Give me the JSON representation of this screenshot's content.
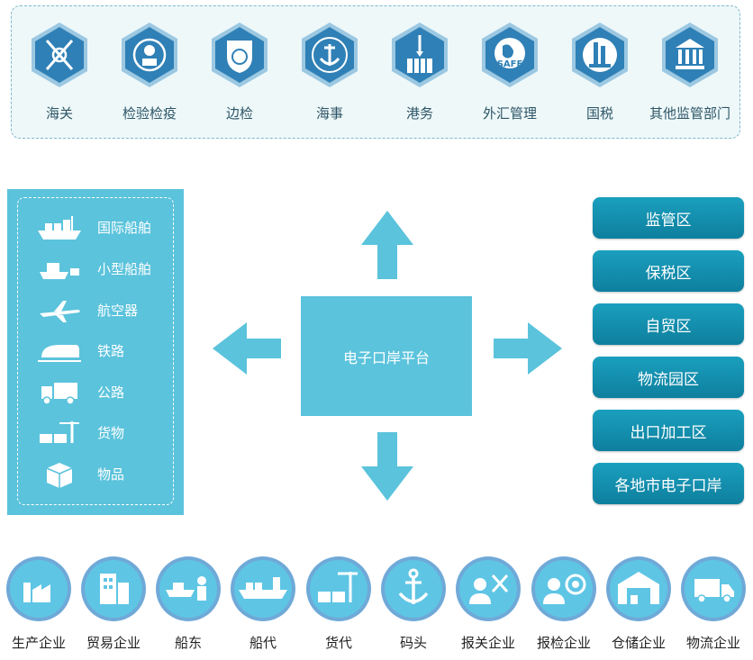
{
  "agencies": [
    {
      "label": "海关",
      "icon": "caduceus-key-icon"
    },
    {
      "label": "检验检疫",
      "icon": "inspection-emblem-icon"
    },
    {
      "label": "边检",
      "icon": "border-inspection-badge-icon"
    },
    {
      "label": "海事",
      "icon": "china-msa-anchor-icon"
    },
    {
      "label": "港务",
      "icon": "container-crane-icon"
    },
    {
      "label": "外汇管理",
      "icon": "safe-globe-icon",
      "icon_text": "SAFE"
    },
    {
      "label": "国税",
      "icon": "tax-emblem-icon"
    },
    {
      "label": "其他监管部门",
      "icon": "government-building-icon"
    }
  ],
  "transport": [
    {
      "label": "国际船舶",
      "icon": "container-ship-icon"
    },
    {
      "label": "小型船舶",
      "icon": "small-ship-icon"
    },
    {
      "label": "航空器",
      "icon": "airplane-icon"
    },
    {
      "label": "铁路",
      "icon": "train-icon"
    },
    {
      "label": "公路",
      "icon": "truck-icon"
    },
    {
      "label": "货物",
      "icon": "cargo-crane-icon"
    },
    {
      "label": "物品",
      "icon": "package-icon"
    }
  ],
  "center": {
    "label": "电子口岸平台"
  },
  "zones": [
    {
      "label": "监管区"
    },
    {
      "label": "保税区"
    },
    {
      "label": "自贸区"
    },
    {
      "label": "物流园区"
    },
    {
      "label": "出口加工区"
    },
    {
      "label": "各地市电子口岸"
    }
  ],
  "enterprises": [
    {
      "label": "生产企业",
      "icon": "factory-icon"
    },
    {
      "label": "贸易企业",
      "icon": "office-building-icon"
    },
    {
      "label": "船东",
      "icon": "ship-owner-icon"
    },
    {
      "label": "船代",
      "icon": "cargo-ship-icon"
    },
    {
      "label": "货代",
      "icon": "freight-crane-icon"
    },
    {
      "label": "码头",
      "icon": "anchor-icon"
    },
    {
      "label": "报关企业",
      "icon": "customs-broker-icon"
    },
    {
      "label": "报检企业",
      "icon": "inspection-broker-icon"
    },
    {
      "label": "仓储企业",
      "icon": "warehouse-icon"
    },
    {
      "label": "物流企业",
      "icon": "delivery-truck-icon"
    }
  ],
  "colors": {
    "hex_fill": "#2f80b6",
    "hex_ring": "#9cc8e2",
    "panel_blue": "#5bc3dc",
    "zone_blue": "#1591b1",
    "circle_fill": "#5fc5e4",
    "circle_ring": "#6fa9d8"
  }
}
